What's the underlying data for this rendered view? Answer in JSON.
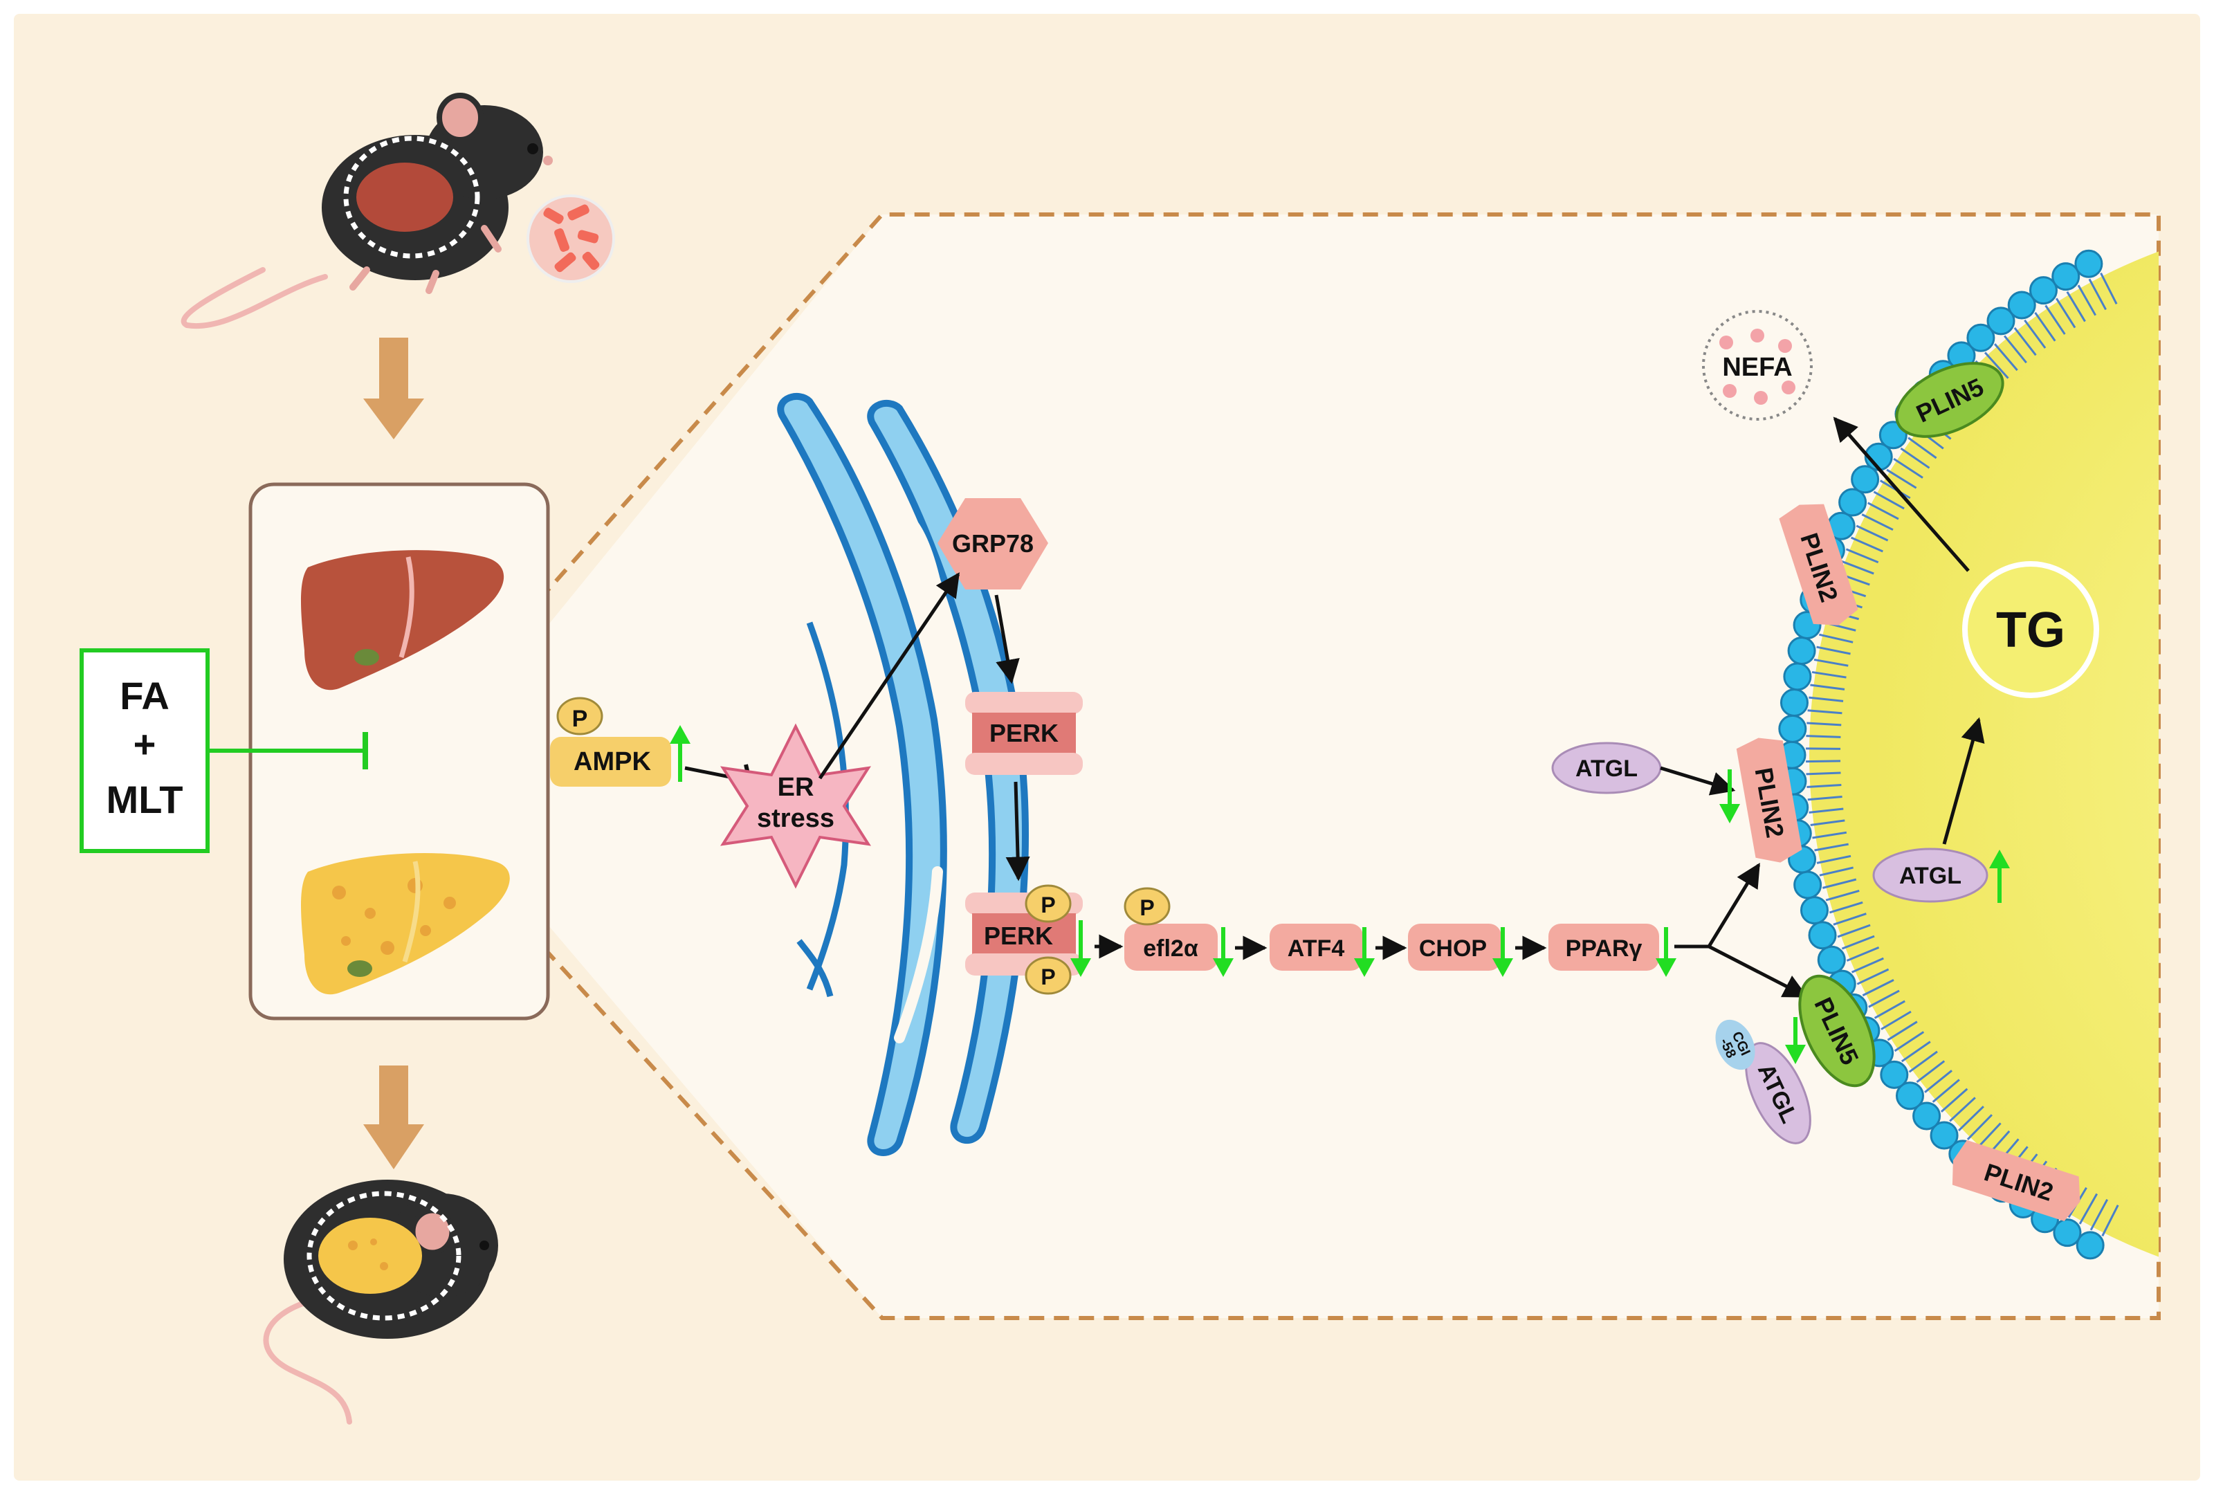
{
  "colors": {
    "background": "#fbf0dd",
    "panel": "#fdf8ef",
    "dash_border": "#c88a4a",
    "flow_arrow": "#d9a064",
    "protein_pink": "#f3aaa0",
    "protein_dark": "#e07a76",
    "phospho_yellow": "#f6cf6a",
    "atgl_purple": "#d8bfe0",
    "plin5_green": "#8cc63f",
    "lipid_core": "#f4ef72",
    "membrane_blue": "#29b6e6",
    "er_blue": "#8fd0f0",
    "inhibitor_green": "#1fd11f",
    "up_down_green": "#22dd22"
  },
  "treatment": {
    "line1": "FA",
    "line2": "+",
    "line3": "MLT"
  },
  "labels": {
    "p": "P",
    "ampk": "AMPK",
    "er_stress_1": "ER",
    "er_stress_2": "stress",
    "grp78": "GRP78",
    "perk": "PERK",
    "p_perk": "PERK",
    "eif2a": "efl2α",
    "atf4": "ATF4",
    "chop": "CHOP",
    "pparg": "PPARγ",
    "atgl": "ATGL",
    "cgi58_1": "CGI",
    "cgi58_2": "-58",
    "plin2": "PLIN2",
    "plin5": "PLIN5",
    "tg": "TG",
    "nefa": "NEFA"
  },
  "icons": [
    "mouse-hfd-icon",
    "food-pellets-icon",
    "healthy-liver-icon",
    "fatty-liver-icon",
    "mouse-fatty-liver-icon",
    "endoplasmic-reticulum-icon",
    "lipid-droplet-icon",
    "up-arrow-icon",
    "down-arrow-icon"
  ]
}
